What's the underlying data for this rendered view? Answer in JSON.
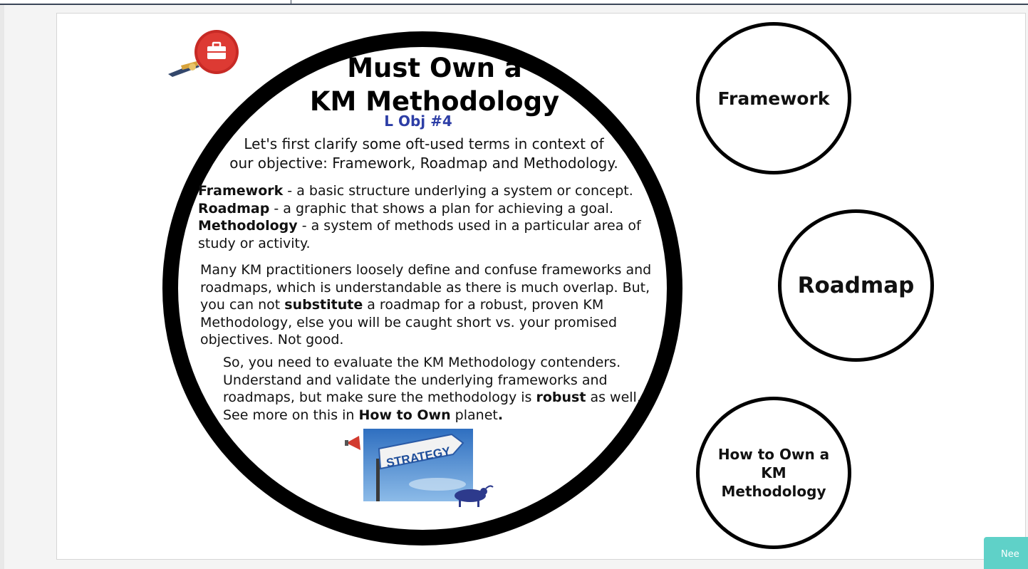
{
  "slide": {
    "title_line1": "Must Own a",
    "title_line2": "KM Methodology",
    "objective": "L Obj #4",
    "intro_line1": "Let's first clarify some oft-used terms in context of",
    "intro_line2": "our objective: Framework, Roadmap and Methodology.",
    "definitions": [
      {
        "term": "Framework",
        "text": " - a basic structure underlying a system or concept."
      },
      {
        "term": "Roadmap",
        "text": " - a graphic that shows a plan for achieving a goal."
      },
      {
        "term": "Methodology",
        "text": " - a system of methods used in a particular area of study or activity."
      }
    ],
    "para1_a": "Many KM practitioners loosely define and confuse frameworks and roadmaps, which is understandable as there is much overlap. But, you can not ",
    "para1_bold": "substitute",
    "para1_b": " a roadmap for a robust, proven KM Methodology, else you will be caught short vs. your promised objectives. Not good.",
    "para2_a": "So, you need to evaluate the KM Methodology contenders. Understand and validate the underlying frameworks and roadmaps, but make sure the methodology is ",
    "para2_bold1": "robust",
    "para2_b": " as well. See more on this in ",
    "para2_bold2": "How to Own",
    "para2_c": " planet",
    "para2_bold3": ".",
    "strategy_sign": "STRATEGY",
    "briefcase_icon": "briefcase-icon",
    "megaphone_icon": "megaphone-icon",
    "bull_icon": "bull-icon"
  },
  "nav_circles": {
    "framework": "Framework",
    "roadmap": "Roadmap",
    "how_to_own": "How to Own a KM Methodology"
  },
  "help_button": "Nee",
  "colors": {
    "objective": "#2d3ea6",
    "help_button": "#5fd1c8",
    "ring": "#000000"
  }
}
